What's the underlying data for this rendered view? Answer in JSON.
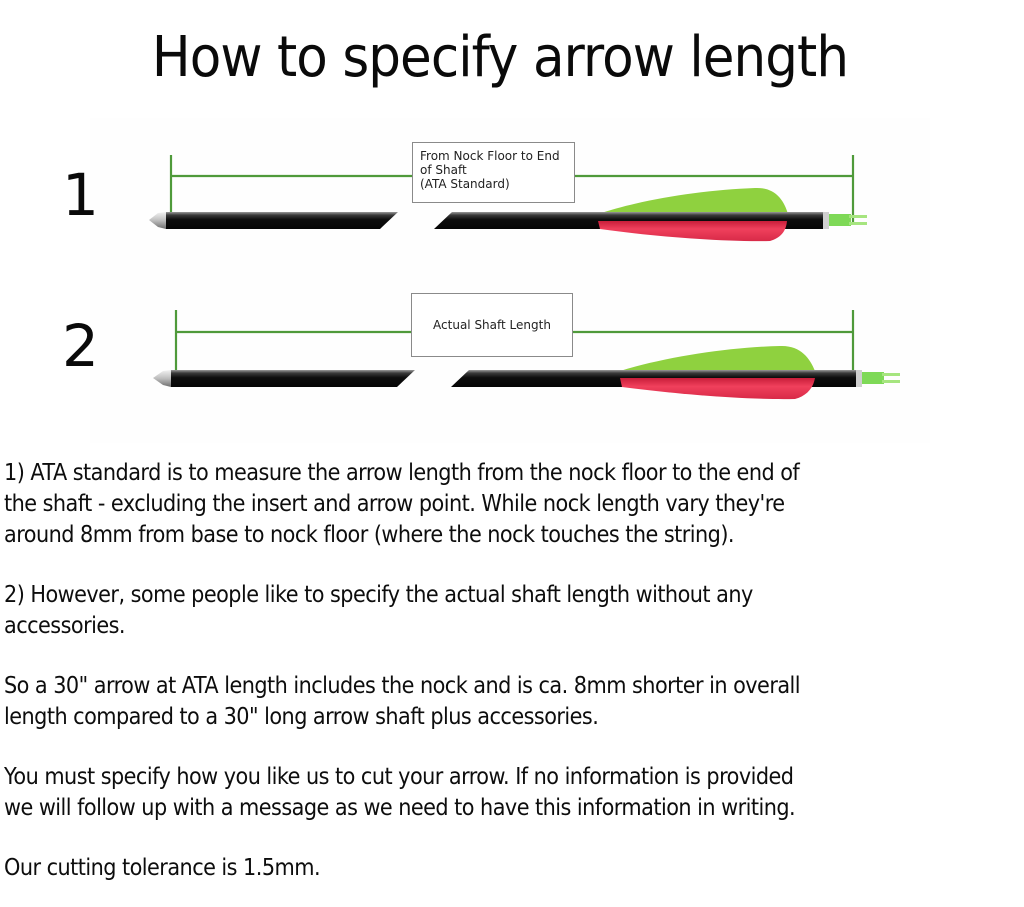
{
  "title": "How to specify arrow length",
  "diagram": {
    "rows": [
      {
        "number": "1",
        "label_lines": [
          "From Nock Floor to End",
          "of Shaft",
          "(ATA Standard)"
        ],
        "measure_from": "nock floor",
        "measure_to": "end of shaft"
      },
      {
        "number": "2",
        "label_lines": [
          "Actual Shaft Length"
        ],
        "measure_from": "shaft end",
        "measure_to": "shaft end"
      }
    ],
    "colors": {
      "measure_line": "#4f9a3a",
      "shaft": "#111111",
      "vane_top": "#8fd13f",
      "vane_bottom": "#e8334f",
      "nock": "#7ed957",
      "box_border": "#8a8a8a"
    }
  },
  "paragraphs": [
    {
      "lines": [
        "1) ATA standard is to measure the arrow length from the nock floor to the end of",
        "the shaft - excluding the insert and arrow point. While nock length vary they're",
        "around 8mm from base to nock floor (where the nock touches the string)."
      ]
    },
    {
      "lines": [
        "2) However, some people like to specify the actual shaft length without any",
        "accessories."
      ]
    },
    {
      "lines": [
        "So a 30\" arrow at ATA length includes the nock and is ca. 8mm shorter in overall",
        "length compared to a 30\" long arrow shaft plus accessories."
      ]
    },
    {
      "lines": [
        "You must specify how you like us to cut your arrow. If no information is provided",
        "we will follow up with a message as we need to have this information in writing."
      ]
    },
    {
      "lines": [
        "Our cutting tolerance is 1.5mm."
      ]
    }
  ]
}
